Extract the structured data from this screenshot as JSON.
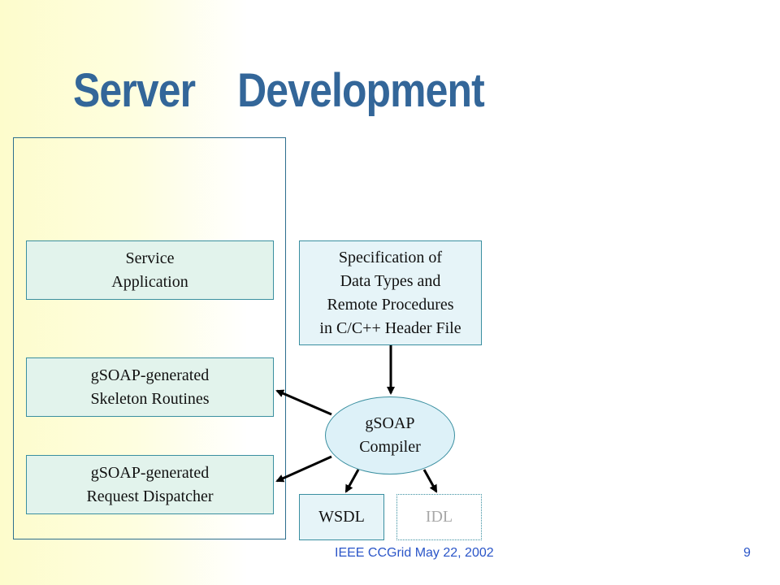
{
  "slide": {
    "title": "Server    Development",
    "footer_text": "IEEE CCGrid May 22, 2002",
    "page_number": "9"
  },
  "diagram": {
    "service_application": "Service\nApplication",
    "skeleton_routines": "gSOAP-generated\nSkeleton Routines",
    "request_dispatcher": "gSOAP-generated\nRequest Dispatcher",
    "specification": "Specification of\nData Types and\nRemote Procedures\nin C/C++ Header File",
    "compiler": "gSOAP\nCompiler",
    "wsdl": "WSDL",
    "idl": "IDL"
  },
  "colors": {
    "title": "#336699",
    "footer": "#2a55c8",
    "box_fill": "#e2f3ec",
    "box_border": "#3a8fa0"
  }
}
